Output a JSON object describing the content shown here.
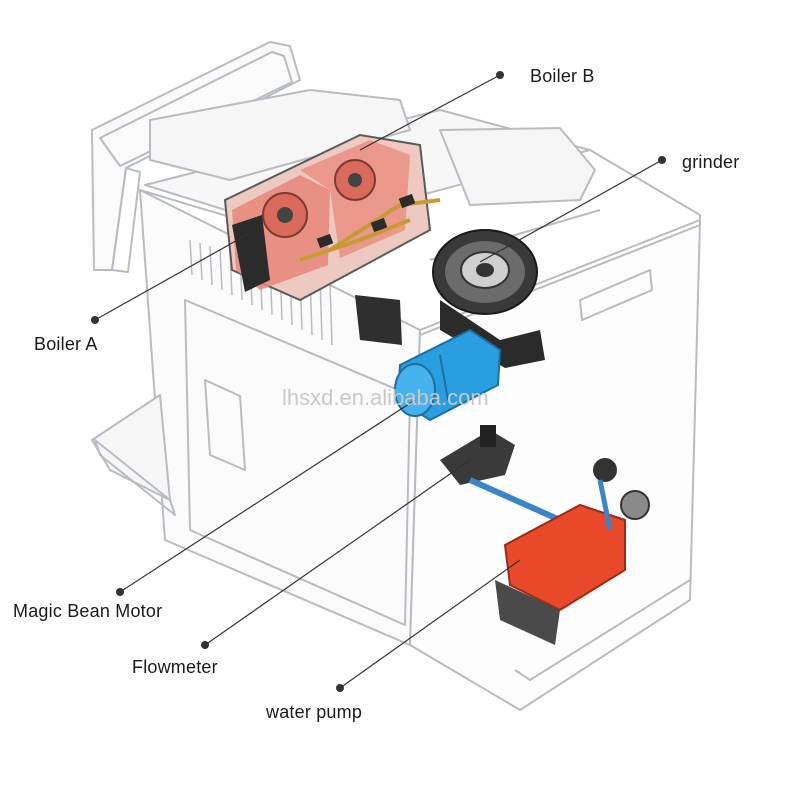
{
  "labels": {
    "boiler_b": "Boiler B",
    "grinder": "grinder",
    "boiler_a": "Boiler A",
    "magic_bean_motor": "Magic Bean Motor",
    "flowmeter": "Flowmeter",
    "water_pump": "water pump"
  },
  "watermark": "lhsxd.en.alibaba.com",
  "colors": {
    "outline": "#b8bcc2",
    "boiler": "#e8867a",
    "motor": "#2a9fe0",
    "pump": "#e8492b",
    "dark_part": "#2b2b2b",
    "leader_line": "#333333"
  }
}
